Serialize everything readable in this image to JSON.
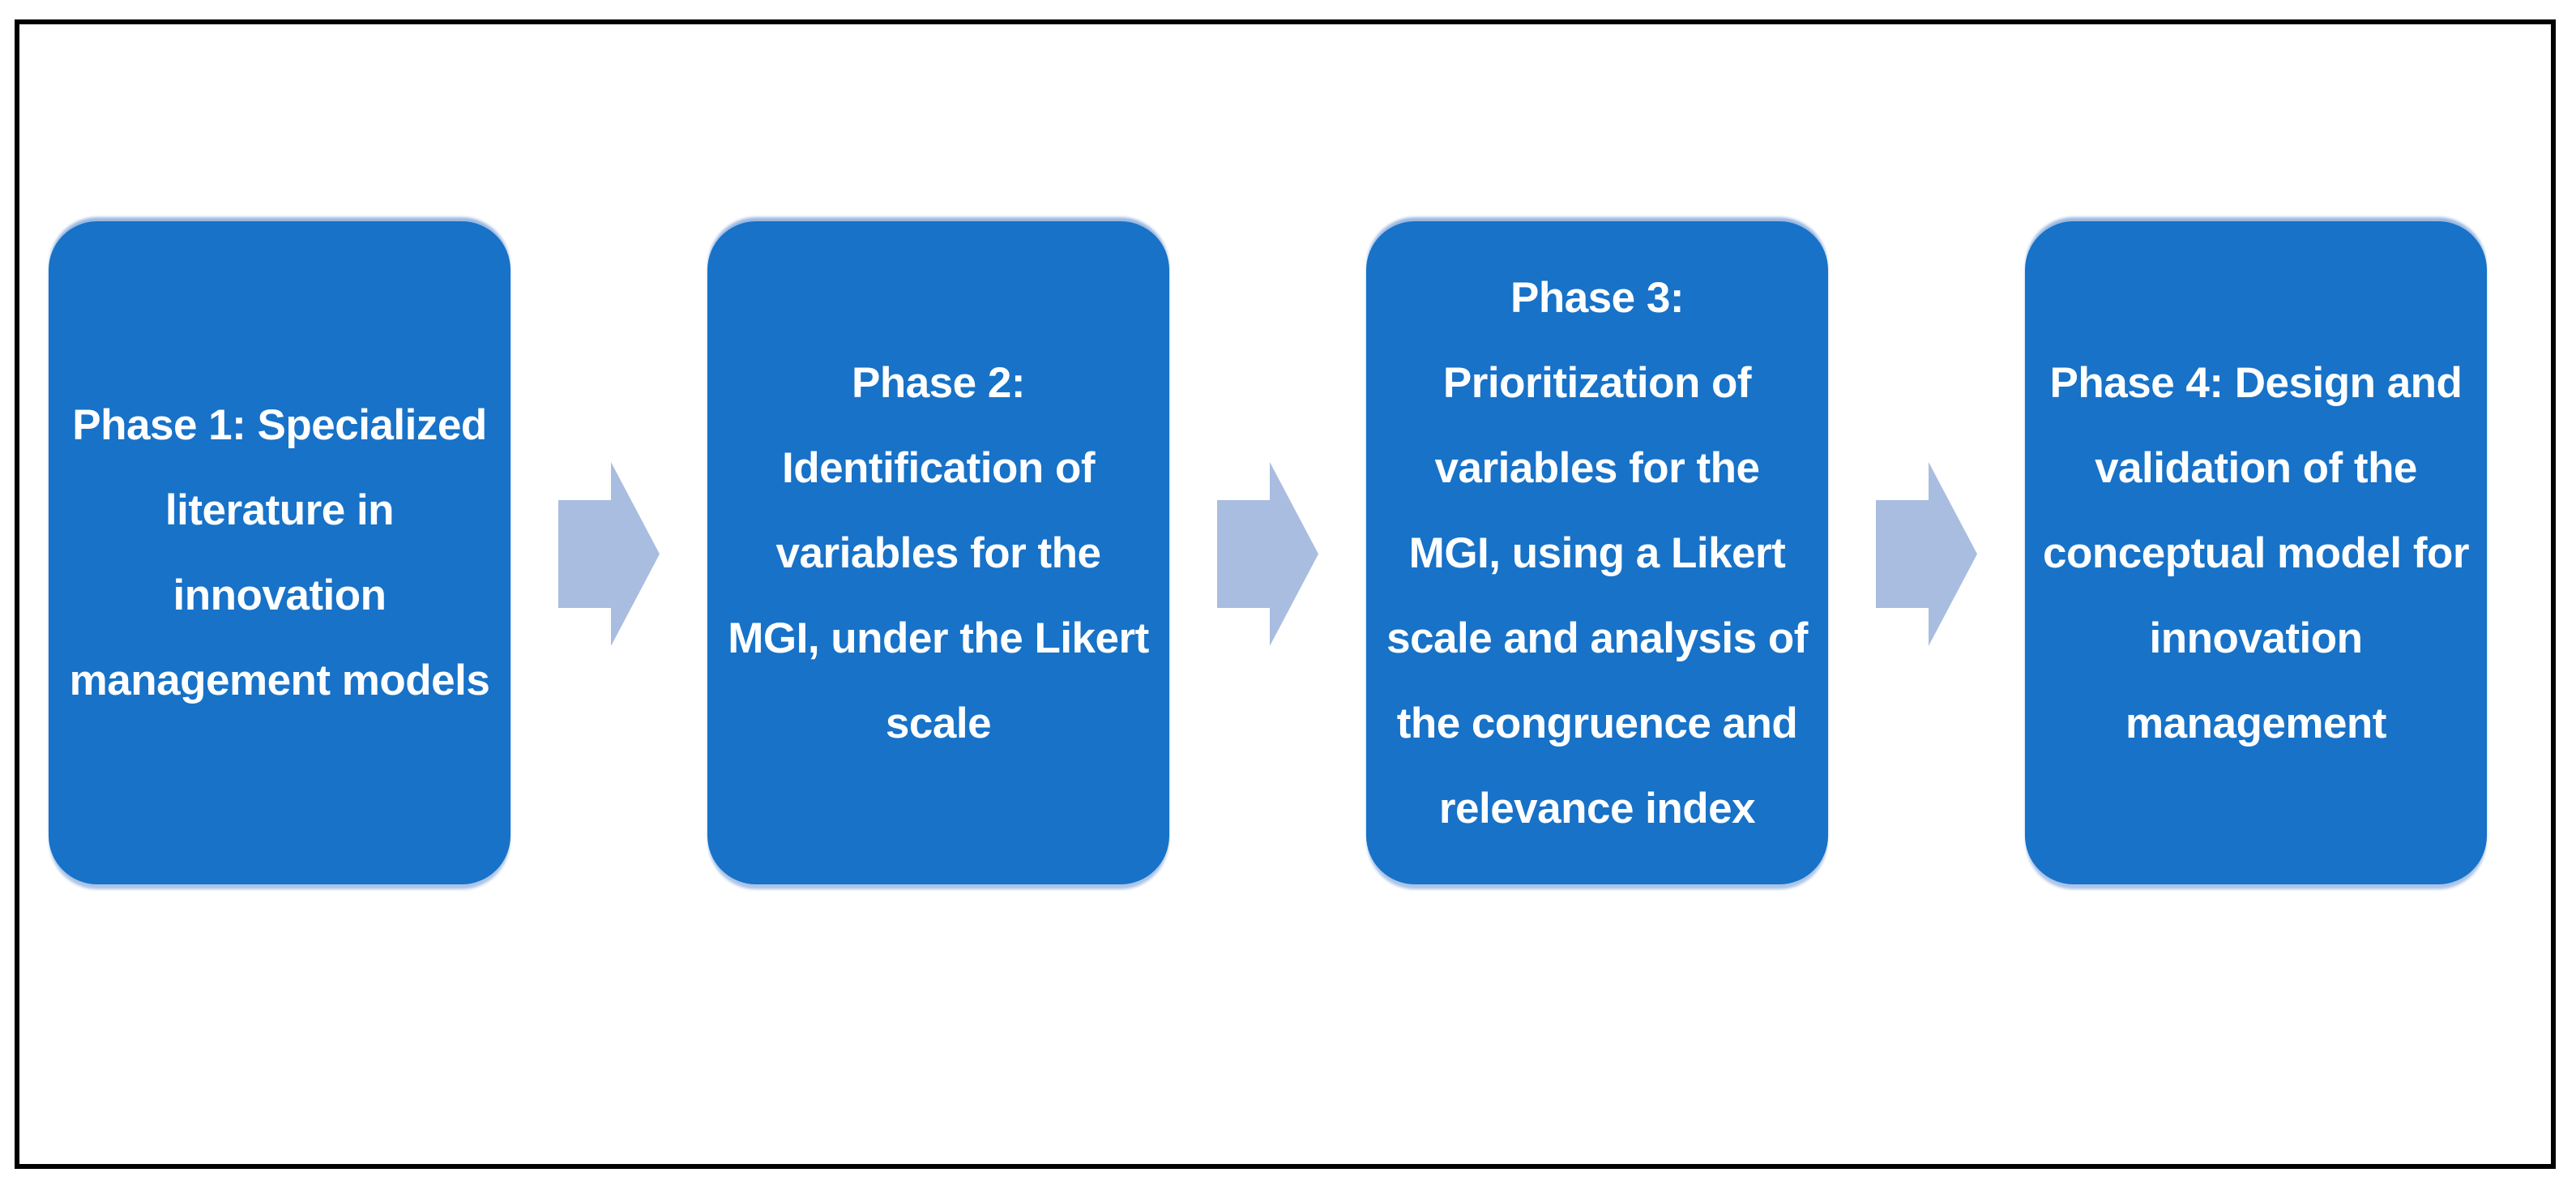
{
  "diagram": {
    "type": "process-flow",
    "direction": "left-to-right",
    "colors": {
      "box_fill": "#1772c8",
      "box_text": "#ffffff",
      "arrow_fill": "#a9bde0",
      "frame_border": "#000000",
      "background": "#ffffff"
    },
    "phases": [
      {
        "name": "phase-1",
        "text": "Phase 1: Specialized\nliterature in\ninnovation\nmanagement models"
      },
      {
        "name": "phase-2",
        "text": "Phase 2:\nIdentification of\nvariables for the\nMGI, under the Likert\nscale"
      },
      {
        "name": "phase-3",
        "text": "Phase 3:\nPrioritization of\nvariables for the\nMGI, using a Likert\nscale and analysis of\nthe congruence and\nrelevance index"
      },
      {
        "name": "phase-4",
        "text": "Phase 4: Design and\nvalidation of the\nconceptual model for\ninnovation\nmanagement"
      }
    ],
    "arrows": [
      {
        "name": "arrow-1"
      },
      {
        "name": "arrow-2"
      },
      {
        "name": "arrow-3"
      }
    ]
  }
}
